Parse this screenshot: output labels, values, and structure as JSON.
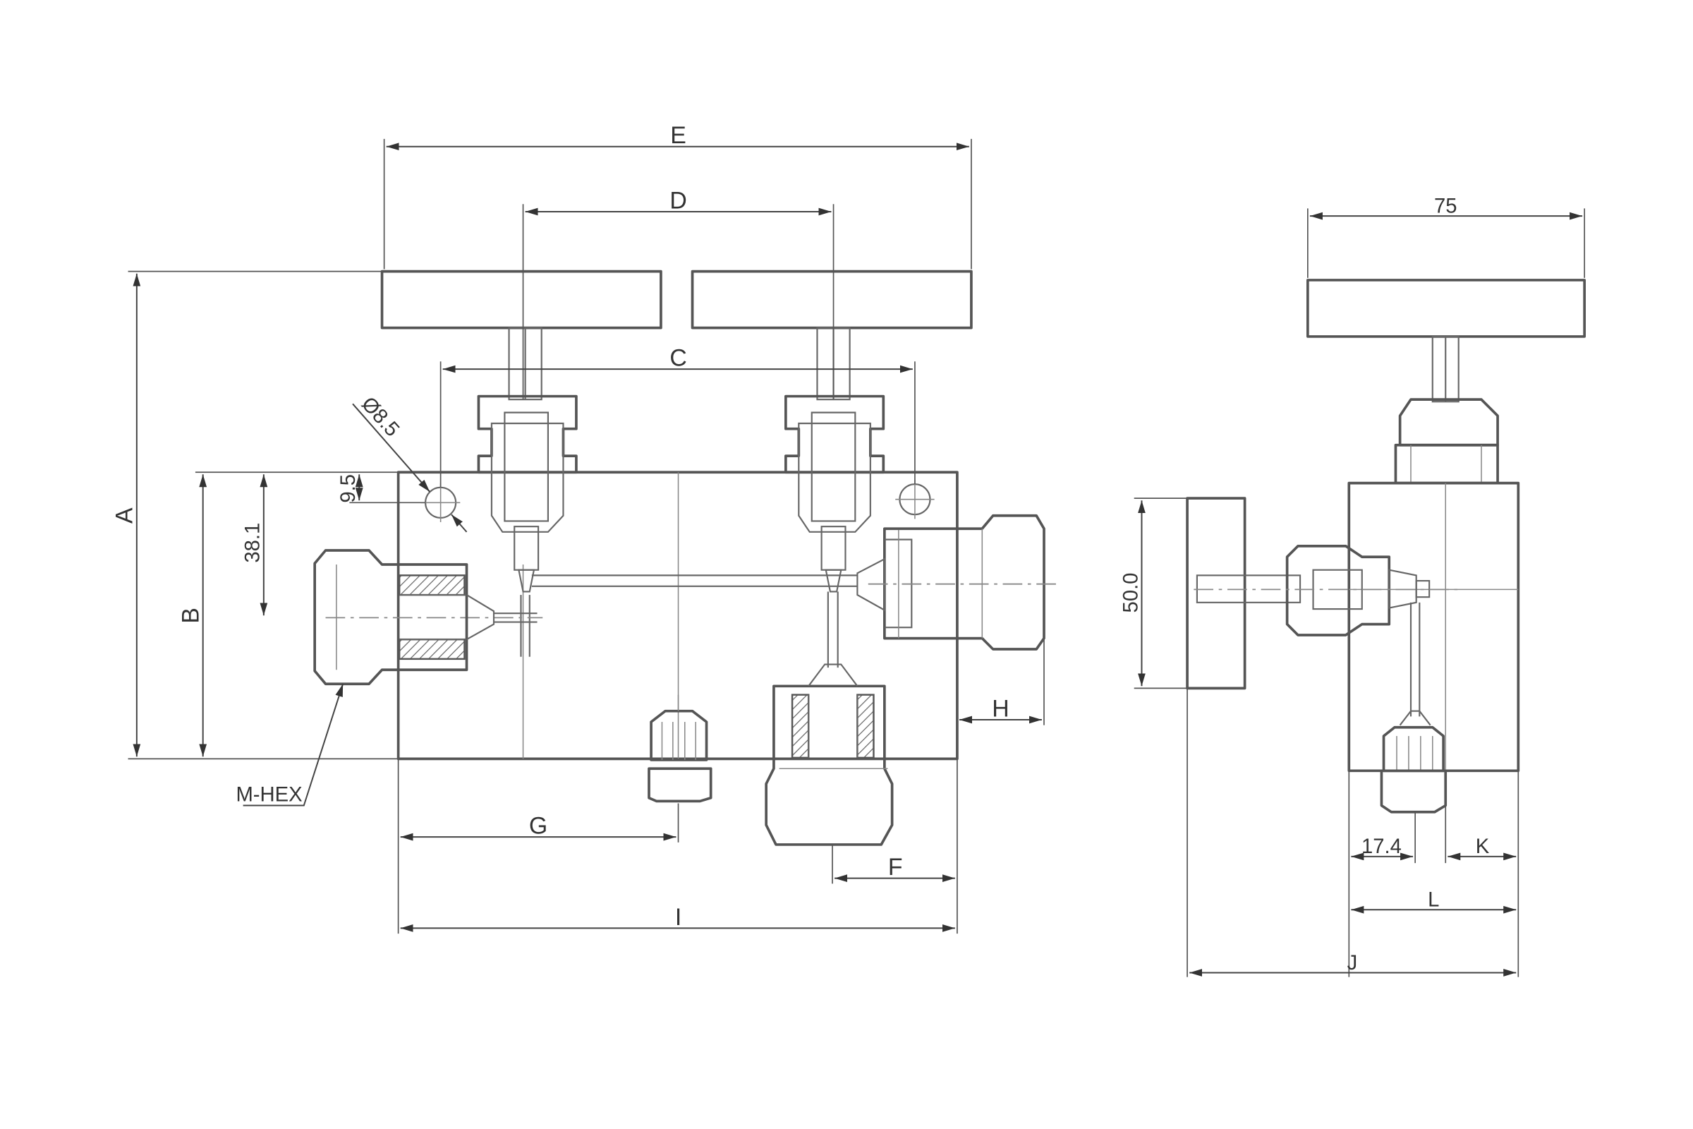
{
  "labels": {
    "E": "E",
    "D": "D",
    "C": "C",
    "A": "A",
    "B": "B",
    "dia": "Ø8.5",
    "d95": "9.5",
    "d381": "38.1",
    "mhex": "M-HEX",
    "H": "H",
    "G": "G",
    "F": "F",
    "I": "I",
    "d75": "75",
    "d50": "50.0",
    "d174": "17.4",
    "K": "K",
    "L": "L",
    "J": "J"
  }
}
